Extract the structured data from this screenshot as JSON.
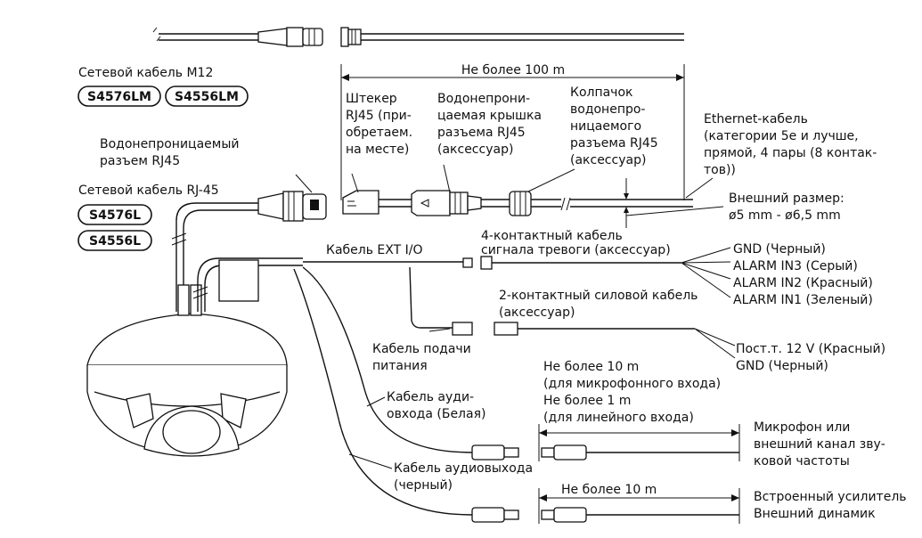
{
  "labels": {
    "m12_cable": "Сетевой кабель M12",
    "badge_s4576lm": "S4576LM",
    "badge_s4556lm": "S4556LM",
    "max_100m": "Не более 100 m",
    "rj45_plug": [
      "Штекер",
      "RJ45 (при-",
      "обретаем.",
      "на месте)"
    ],
    "waterproof_cover": [
      "Водонепрони-",
      "цаемая крышка",
      "разъема RJ45",
      "(аксессуар)"
    ],
    "cap": [
      "Колпачок",
      "водонепро-",
      "ницаемого",
      "разъема RJ45",
      "(аксессуар)"
    ],
    "ethernet": [
      "Ethernet-кабель",
      "(категории 5e и лучше,",
      "прямой, 4 пары (8 контак-",
      "тов))"
    ],
    "outer_size": [
      "Внешний размер:",
      "ø5 mm - ø6,5 mm"
    ],
    "waterproof_rj45": [
      "Водонепроницаемый",
      "разъем RJ45"
    ],
    "rj45_cable": "Сетевой кабель RJ-45",
    "badge_s4576l": "S4576L",
    "badge_s4556l": "S4556L",
    "alarm_cable": [
      "4-контактный кабель",
      "сигнала тревоги (аксессуар)"
    ],
    "ext_io": "Кабель EXT I/O",
    "gnd_black": "GND (Черный)",
    "alarm_in3": "ALARM IN3 (Серый)",
    "alarm_in2": "ALARM IN2 (Красный)",
    "alarm_in1": "ALARM IN1 (Зеленый)",
    "power_2pin": [
      "2-контактный силовой кабель",
      "(аксессуар)"
    ],
    "power_feed": [
      "Кабель подачи",
      "питания"
    ],
    "dc12v": "Пост.т. 12 V (Красный)",
    "gnd_black2": "GND (Черный)",
    "max_10m_mic": [
      "Не более 10 m",
      "(для микрофонного входа)"
    ],
    "max_1m_line": [
      "Не более 1 m",
      "(для линейного входа)"
    ],
    "audio_in": [
      "Кабель ауди-",
      "овхода (Белая)"
    ],
    "mic": [
      "Микрофон или",
      "внешний канал зву-",
      "ковой частоты"
    ],
    "audio_out": [
      "Кабель аудиовыхода",
      "(черный)"
    ],
    "max_10m": "Не более 10 m",
    "amp": [
      "Встроенный усилитель",
      "Внешний динамик"
    ]
  }
}
